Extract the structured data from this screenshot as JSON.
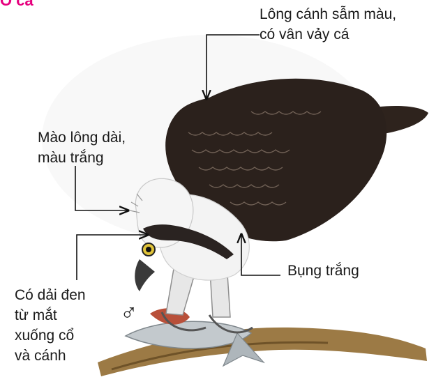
{
  "colors": {
    "accent_pink": "#e6007e",
    "wing_dark": "#2b211c",
    "belly_white": "#f3f3f3",
    "branch": "#8a6a3a",
    "fish": "#b9c1c6"
  },
  "header": {
    "corner_text": "Ó cá"
  },
  "labels": {
    "wing": "Lông cánh sẫm màu,\ncó vân vảy cá",
    "crest": "Mào lông dài,\nmàu trắng",
    "belly": "Bụng trắng",
    "stripe": "Có dải đen\ntừ mắt\nxuống cổ\nvà cánh"
  },
  "symbols": {
    "sex": "♂"
  }
}
